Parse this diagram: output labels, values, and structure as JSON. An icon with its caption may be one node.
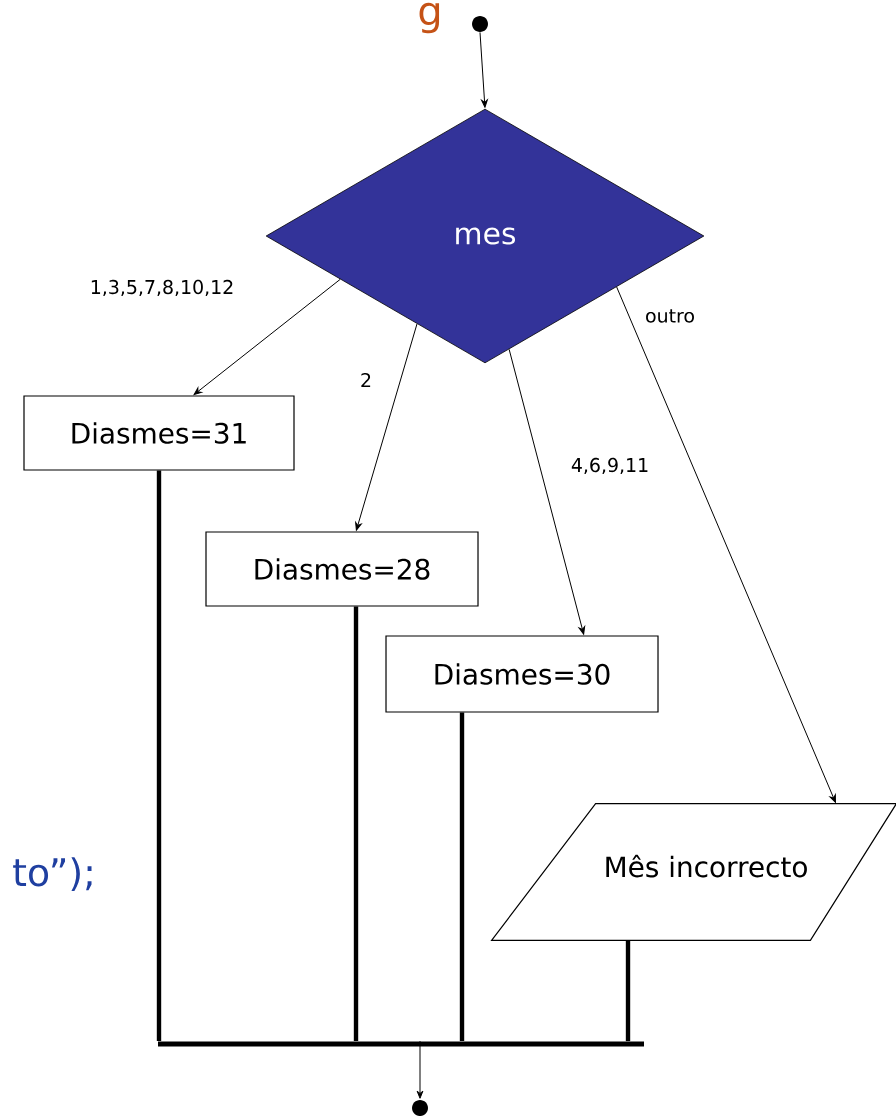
{
  "diagram": {
    "nodes": [
      {
        "text": [],
        "shape": "circle"
      },
      {
        "text": [
          "mes"
        ]
      },
      {
        "text": [
          "Diasmes=31"
        ]
      },
      {
        "text": [
          "Diasmes=28"
        ]
      },
      {
        "text": [
          "Diasmes=30"
        ]
      },
      {
        "text": [
          "Mês incorrecto"
        ]
      },
      {
        "text": [],
        "shape": "bar"
      },
      {
        "text": [],
        "shape": "circle"
      }
    ],
    "edges": [
      {
        "from": 0,
        "to": 1,
        "arrow": "to"
      },
      {
        "from": 1,
        "to": 2,
        "arrow": "to",
        "label": "1,3,5,7,8,10,12"
      },
      {
        "from": 1,
        "to": 3,
        "arrow": "to",
        "label": "2"
      },
      {
        "from": 1,
        "to": 4,
        "arrow": "to",
        "label": "4,6,9,11"
      },
      {
        "from": 1,
        "to": 5,
        "arrow": "to",
        "label": "outro"
      },
      {
        "from": 2,
        "to": 6,
        "arrow": "none",
        "style": "thick"
      },
      {
        "from": 3,
        "to": 6,
        "arrow": "none",
        "style": "thick"
      },
      {
        "from": 4,
        "to": 6,
        "arrow": "none",
        "style": "thick"
      },
      {
        "from": 5,
        "to": 6,
        "arrow": "none",
        "style": "thick"
      },
      {
        "from": 6,
        "to": 7,
        "arrow": "to"
      }
    ],
    "labels": [
      "g",
      "to”);"
    ]
  }
}
